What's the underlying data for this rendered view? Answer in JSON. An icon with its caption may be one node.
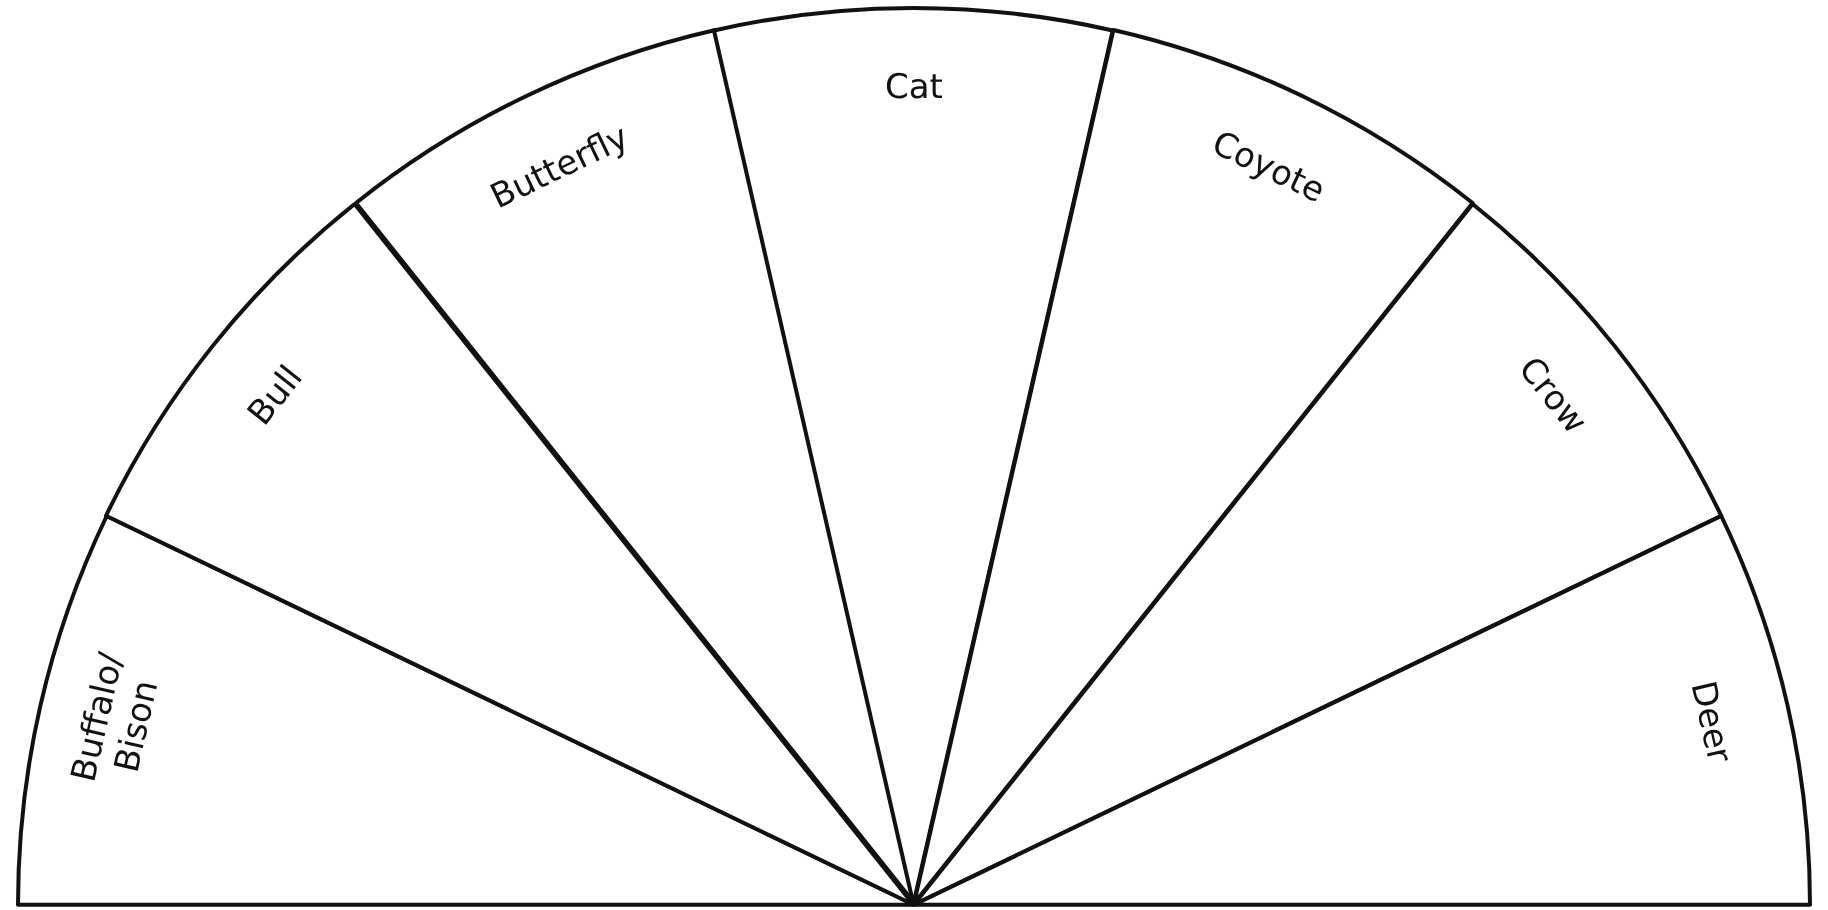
{
  "diagram": {
    "nodes": [
      {
        "text": [
          "Buffalo/ Bison"
        ]
      },
      {
        "text": [
          "Bull"
        ]
      },
      {
        "text": [
          "Butterfly"
        ]
      },
      {
        "text": [
          "Cat"
        ]
      },
      {
        "text": [
          "Coyote"
        ]
      },
      {
        "text": [
          "Crow"
        ]
      },
      {
        "text": [
          "Deer"
        ]
      }
    ]
  }
}
